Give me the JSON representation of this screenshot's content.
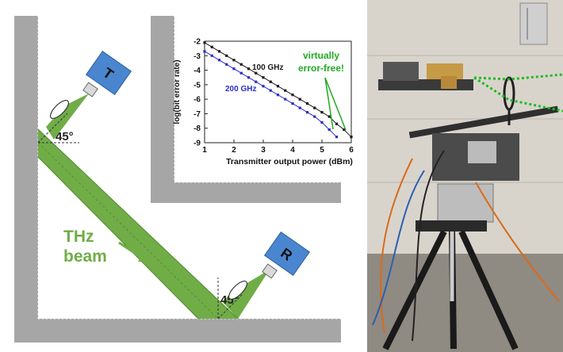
{
  "diagram": {
    "transmitter_label": "T",
    "receiver_label": "R",
    "angle_top": "45°",
    "angle_bottom": "45°",
    "beam_label_line1": "THz",
    "beam_label_line2": "beam",
    "colors": {
      "wall": "#a6a6a6",
      "beam": "#70ad47",
      "beam_edge": "#4e8a2c",
      "device": "#4a86cf",
      "beam_text": "#70ad47"
    }
  },
  "chart_data": {
    "type": "line",
    "xlabel": "Transmitter output power (dBm)",
    "ylabel": "log(bit error rate)",
    "xlim": [
      1,
      6
    ],
    "ylim": [
      -9,
      -2
    ],
    "xticks": [
      "1",
      "2",
      "3",
      "4",
      "5",
      "6"
    ],
    "yticks": [
      "-2",
      "-3",
      "-4",
      "-5",
      "-6",
      "-7",
      "-8",
      "-9"
    ],
    "grid": false,
    "series": [
      {
        "name": "100 GHz",
        "color": "#1a1a1a",
        "x": [
          1.0,
          1.25,
          1.5,
          1.75,
          2.0,
          2.25,
          2.5,
          2.75,
          3.0,
          3.25,
          3.5,
          3.75,
          4.0,
          4.25,
          4.5,
          4.75,
          5.0,
          5.25,
          5.5,
          5.75,
          6.0
        ],
        "y": [
          -2.1,
          -2.4,
          -2.7,
          -3.0,
          -3.3,
          -3.6,
          -3.9,
          -4.2,
          -4.5,
          -4.8,
          -5.1,
          -5.4,
          -5.7,
          -6.0,
          -6.3,
          -6.6,
          -6.9,
          -7.2,
          -7.7,
          -8.1,
          -8.6
        ]
      },
      {
        "name": "200 GHz",
        "color": "#2b2bcc",
        "x": [
          1.0,
          1.25,
          1.5,
          1.75,
          2.0,
          2.25,
          2.5,
          2.75,
          3.0,
          3.25,
          3.5,
          3.75,
          4.0,
          4.25,
          4.5,
          4.75,
          5.0,
          5.25,
          5.5
        ],
        "y": [
          -2.7,
          -3.0,
          -3.3,
          -3.6,
          -3.9,
          -4.2,
          -4.5,
          -4.8,
          -5.1,
          -5.4,
          -5.7,
          -6.0,
          -6.3,
          -6.6,
          -6.9,
          -7.2,
          -7.6,
          -8.1,
          -8.6
        ]
      }
    ],
    "annotations": [
      {
        "text": "virtually",
        "color": "#22aa22"
      },
      {
        "text": "error-free!",
        "color": "#22aa22"
      }
    ]
  }
}
